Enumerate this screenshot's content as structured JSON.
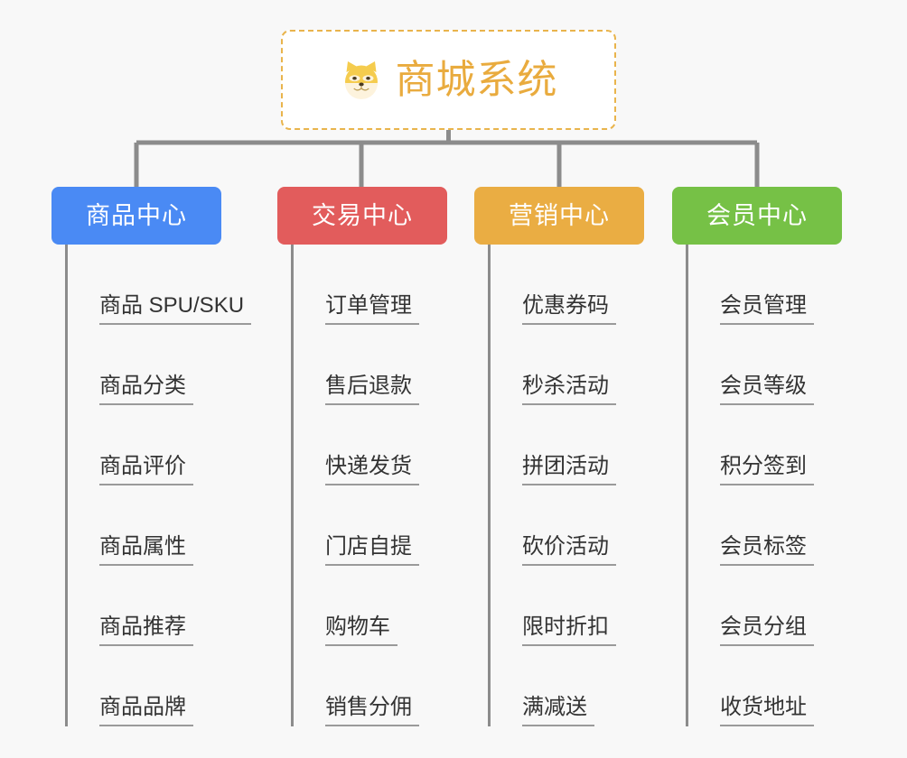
{
  "root": {
    "title": "商城系统",
    "icon": "shiba-dog-icon",
    "title_color": "#e9ab3e",
    "border_color": "#e9b44c"
  },
  "canvas": {
    "background_color": "#f8f8f8",
    "connector_color": "#8c8c8c"
  },
  "branches": [
    {
      "label": "商品中心",
      "color": "#4a8af4",
      "items": [
        "商品 SPU/SKU",
        "商品分类",
        "商品评价",
        "商品属性",
        "商品推荐",
        "商品品牌"
      ]
    },
    {
      "label": "交易中心",
      "color": "#e25c5c",
      "items": [
        "订单管理",
        "售后退款",
        "快递发货",
        "门店自提",
        "购物车",
        "销售分佣"
      ]
    },
    {
      "label": "营销中心",
      "color": "#eaad43",
      "items": [
        "优惠券码",
        "秒杀活动",
        "拼团活动",
        "砍价活动",
        "限时折扣",
        "满减送"
      ]
    },
    {
      "label": "会员中心",
      "color": "#76c146",
      "items": [
        "会员管理",
        "会员等级",
        "积分签到",
        "会员标签",
        "会员分组",
        "收货地址"
      ]
    }
  ]
}
